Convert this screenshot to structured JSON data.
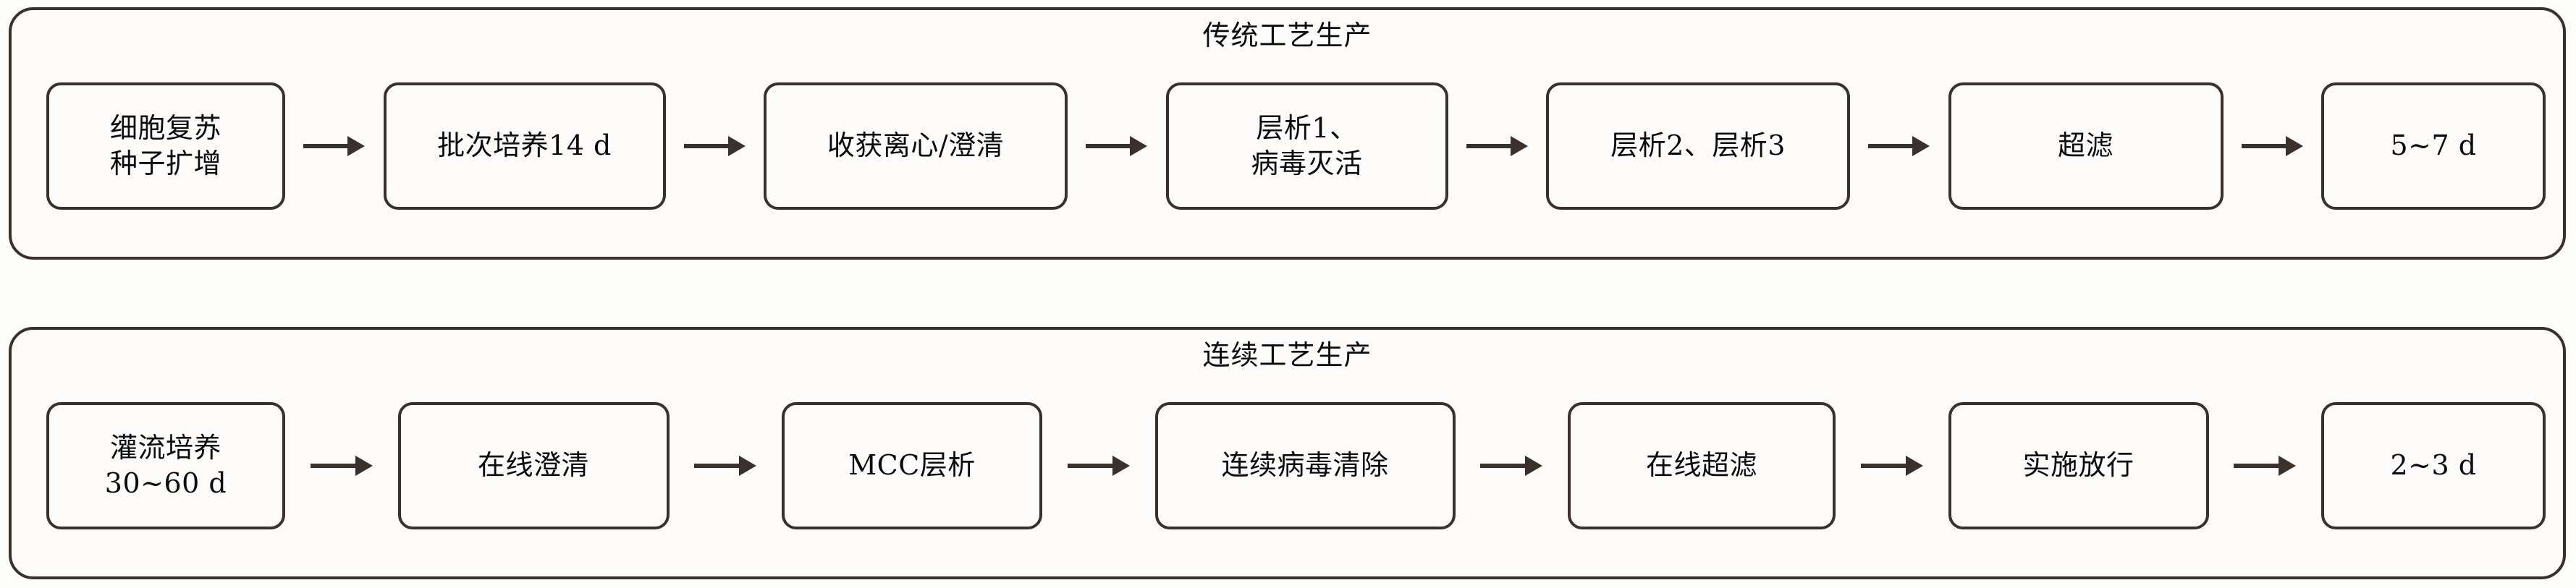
{
  "figure": {
    "type": "process-flow-comparison-diagram",
    "line_color": "#3a302c",
    "background_color": "#fdfcfa",
    "text_color": "#0b0b0b"
  },
  "lanes": [
    {
      "id": "traditional",
      "title": "传统工艺生产",
      "steps": [
        {
          "label": "细胞复苏\n种子扩增"
        },
        {
          "label": "批次培养14 d"
        },
        {
          "label": "收获离心/澄清"
        },
        {
          "label": "层析1、\n病毒灭活"
        },
        {
          "label": "层析2、层析3"
        },
        {
          "label": "超滤"
        },
        {
          "label": "5~7 d"
        }
      ],
      "connectors": [
        "arrow-right",
        "arrow-right",
        "arrow-right",
        "arrow-right",
        "arrow-right",
        "arrow-right"
      ]
    },
    {
      "id": "continuous",
      "title": "连续工艺生产",
      "steps": [
        {
          "label": "灌流培养\n30~60 d"
        },
        {
          "label": "在线澄清"
        },
        {
          "label": "MCC层析"
        },
        {
          "label": "连续病毒清除"
        },
        {
          "label": "在线超滤"
        },
        {
          "label": "实施放行"
        },
        {
          "label": "2~3 d"
        }
      ],
      "connectors": [
        "arrow-right",
        "arrow-right",
        "arrow-right",
        "arrow-right",
        "arrow-right",
        "arrow-right"
      ]
    }
  ]
}
